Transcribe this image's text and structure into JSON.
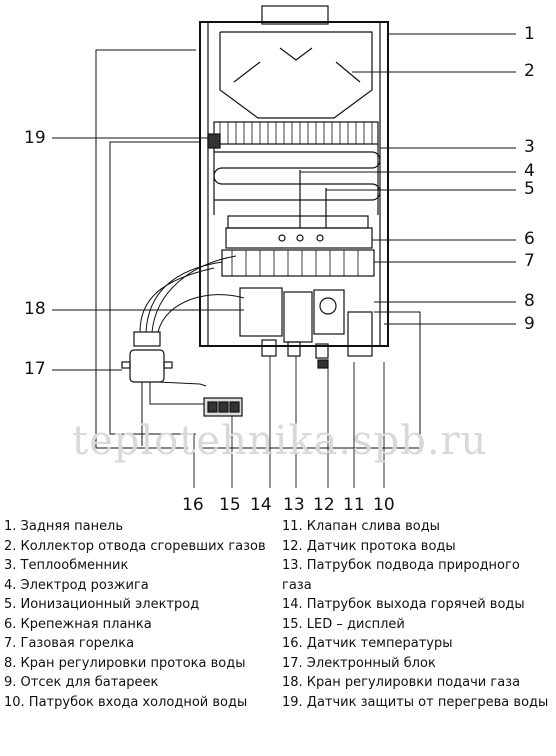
{
  "callouts": {
    "c1": "1",
    "c2": "2",
    "c3": "3",
    "c4": "4",
    "c5": "5",
    "c6": "6",
    "c7": "7",
    "c8": "8",
    "c9": "9",
    "c10": "10",
    "c11": "11",
    "c12": "12",
    "c13": "13",
    "c14": "14",
    "c15": "15",
    "c16": "16",
    "c17": "17",
    "c18": "18",
    "c19": "19"
  },
  "watermark": "teplotehnika.spb.ru",
  "legend": {
    "left": [
      "1. Задняя панель",
      "2. Коллектор отвода сгоревших газов",
      "3. Теплообменник",
      "4. Электрод розжига",
      "5. Ионизационный электрод",
      "6. Крепежная планка",
      "7. Газовая горелка",
      "8. Кран регулировки протока воды",
      "9. Отсек для батареек",
      "10. Патрубок входа холодной воды"
    ],
    "right": [
      "11. Клапан слива воды",
      "12. Датчик протока воды",
      "13. Патрубок подвода природного",
      "газа",
      "14. Патрубок выхода горячей воды",
      "15. LED – дисплей",
      "16. Датчик температуры",
      "17. Электронный блок",
      "18. Кран регулировки подачи газа",
      "19. Датчик защиты от перегрева воды"
    ]
  }
}
